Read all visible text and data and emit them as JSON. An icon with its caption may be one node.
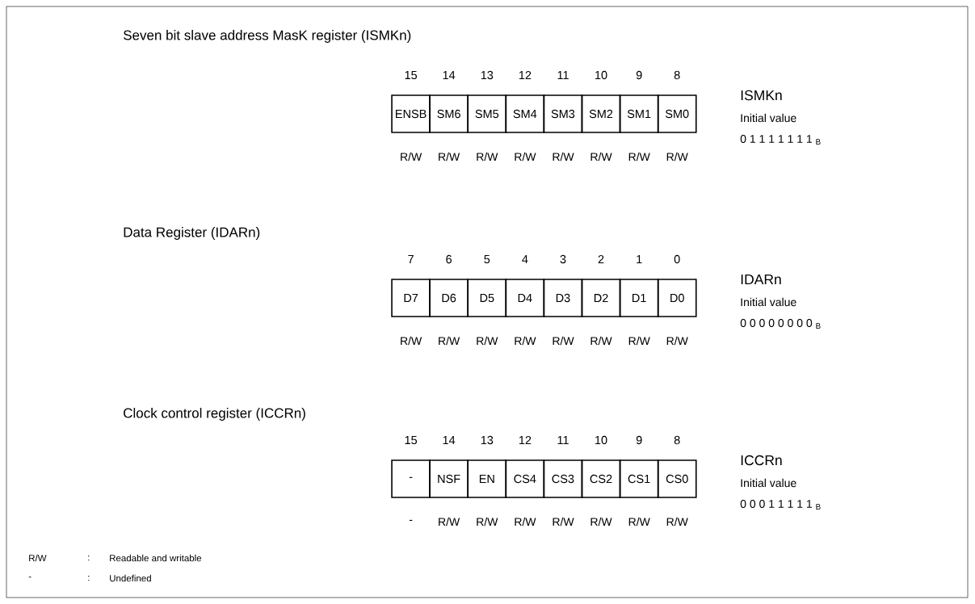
{
  "diagram": {
    "nodes": [
      {
        "text": [
          "ENSB"
        ]
      },
      {
        "text": [
          "SM6"
        ]
      },
      {
        "text": [
          "SM5"
        ]
      },
      {
        "text": [
          "SM4"
        ]
      },
      {
        "text": [
          "SM3"
        ]
      },
      {
        "text": [
          "SM2"
        ]
      },
      {
        "text": [
          "SM1"
        ]
      },
      {
        "text": [
          "SM0"
        ]
      },
      {
        "text": [
          "D7"
        ]
      },
      {
        "text": [
          "D6"
        ]
      },
      {
        "text": [
          "D5"
        ]
      },
      {
        "text": [
          "D4"
        ]
      },
      {
        "text": [
          "D3"
        ]
      },
      {
        "text": [
          "D2"
        ]
      },
      {
        "text": [
          "D1"
        ]
      },
      {
        "text": [
          "D0"
        ]
      },
      {
        "text": [
          "-"
        ]
      },
      {
        "text": [
          "NSF"
        ]
      },
      {
        "text": [
          "EN"
        ]
      },
      {
        "text": [
          "CS4"
        ]
      },
      {
        "text": [
          "CS3"
        ]
      },
      {
        "text": [
          "CS2"
        ]
      },
      {
        "text": [
          "CS1"
        ]
      },
      {
        "text": [
          "CS0"
        ]
      }
    ],
    "labels": [
      "Seven bit slave address MasK register (ISMKn)",
      "15",
      "14",
      "13",
      "12",
      "11",
      "10",
      "9",
      "8",
      "ISMKn",
      "Initial value",
      "0 1 1 1 1 1 1 1 $_{B}$",
      "R/W",
      "R/W",
      "R/W",
      "R/W",
      "R/W",
      "R/W",
      "R/W",
      "R/W",
      "Data Register (IDARn)",
      "7",
      "6",
      "5",
      "4",
      "3",
      "2",
      "1",
      "0",
      "IDARn",
      "Initial value",
      "0 0 0 0 0 0 0 0 $_{B}$",
      "R/W",
      "R/W",
      "R/W",
      "R/W",
      "R/W",
      "R/W",
      "R/W",
      "R/W",
      "Clock control register (ICCRn)",
      "15",
      "14",
      "13",
      "12",
      "11",
      "10",
      "9",
      "8",
      "ICCRn",
      "Initial value",
      "0 0 0 1 1 1 1 1 $_{B}$",
      "-",
      "R/W",
      "R/W",
      "R/W",
      "R/W",
      "R/W",
      "R/W",
      "R/W",
      "R/W",
      ":",
      "Readable and writable",
      "-",
      ":",
      "Undefined"
    ]
  }
}
